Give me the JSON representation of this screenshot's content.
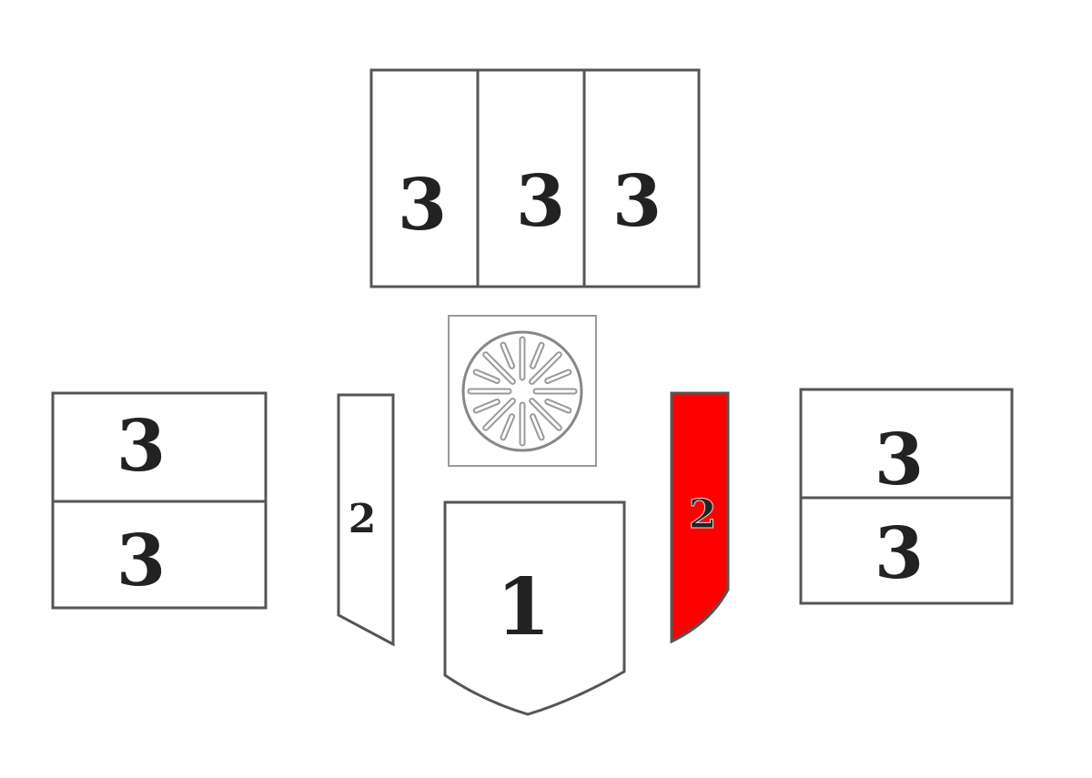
{
  "colors": {
    "highlight": "#ff0000",
    "outline": "#555555",
    "text": "#222222"
  },
  "top_panel": {
    "labels": [
      "3",
      "3",
      "3"
    ]
  },
  "left_panel": {
    "labels": [
      "3",
      "3"
    ]
  },
  "right_panel": {
    "labels": [
      "3",
      "3"
    ]
  },
  "left_strip": {
    "label": "2",
    "highlighted": false
  },
  "right_strip": {
    "label": "2",
    "highlighted": true
  },
  "base_plate": {
    "label": "1"
  },
  "drain": {
    "icon": "drain-grate-icon"
  }
}
